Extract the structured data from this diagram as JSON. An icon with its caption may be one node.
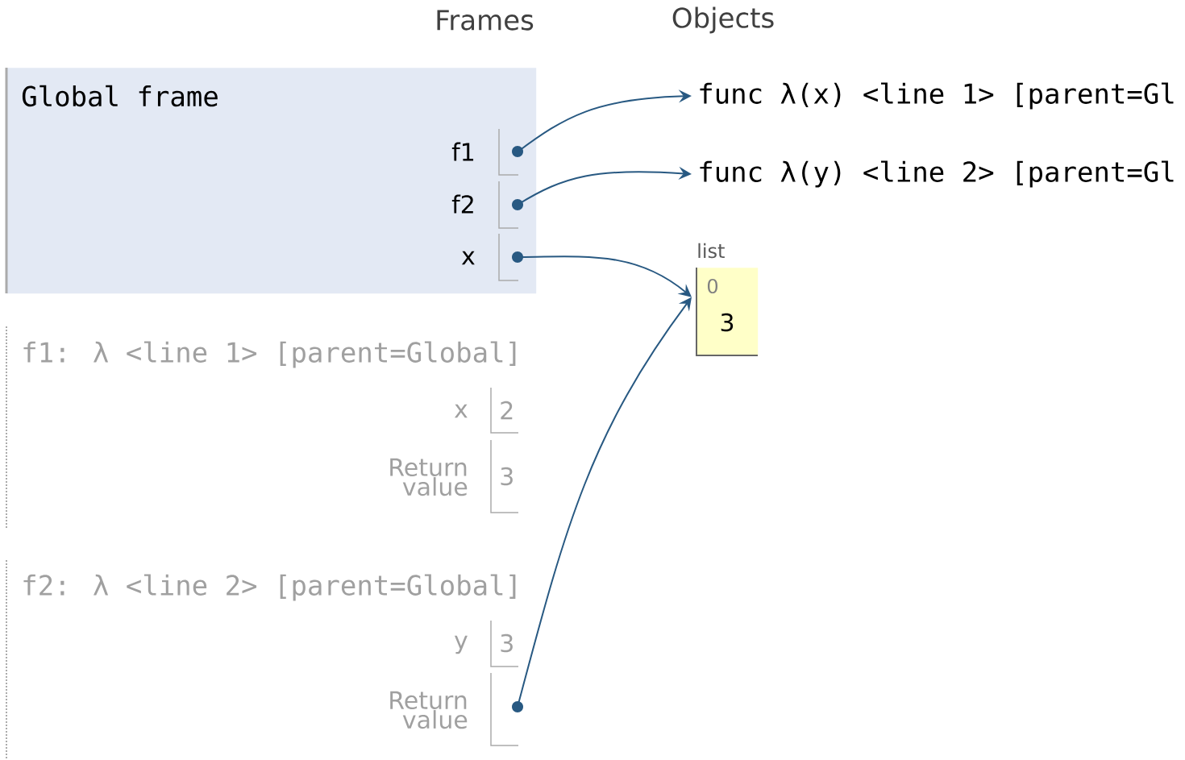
{
  "diagram": {
    "nodes": [
      {
        "text": [
          "Global frame"
        ]
      },
      {
        "text": [
          "f1"
        ],
        "in": 0
      },
      {
        "text": [
          "f2"
        ],
        "in": 0
      },
      {
        "text": [
          "x"
        ],
        "in": 0
      },
      {
        "text": [
          "func λ(x) <line 1> [parent=Gl"
        ]
      },
      {
        "text": [
          "func λ(y) <line 2> [parent=Gl"
        ]
      },
      {
        "text": [
          "0",
          "3"
        ],
        "beside": [
          "list"
        ]
      },
      {
        "text": [
          "f1: λ <line 1> [parent=Global]"
        ]
      },
      {
        "text": [
          "x",
          "2"
        ],
        "in": 7
      },
      {
        "text": [
          "Return value",
          "3"
        ],
        "in": 7
      },
      {
        "text": [
          "f2: λ <line 2> [parent=Global]"
        ]
      },
      {
        "text": [
          "y",
          "3"
        ],
        "in": 10
      },
      {
        "text": [
          "Return value"
        ],
        "in": 10
      }
    ],
    "edges": [
      {
        "from": 1,
        "to": 4,
        "arrow": "to"
      },
      {
        "from": 2,
        "to": 5,
        "arrow": "to"
      },
      {
        "from": 3,
        "to": 6,
        "arrow": "to"
      },
      {
        "from": 12,
        "to": 6,
        "arrow": "to"
      }
    ],
    "labels": [
      "Frames",
      "Objects"
    ]
  }
}
